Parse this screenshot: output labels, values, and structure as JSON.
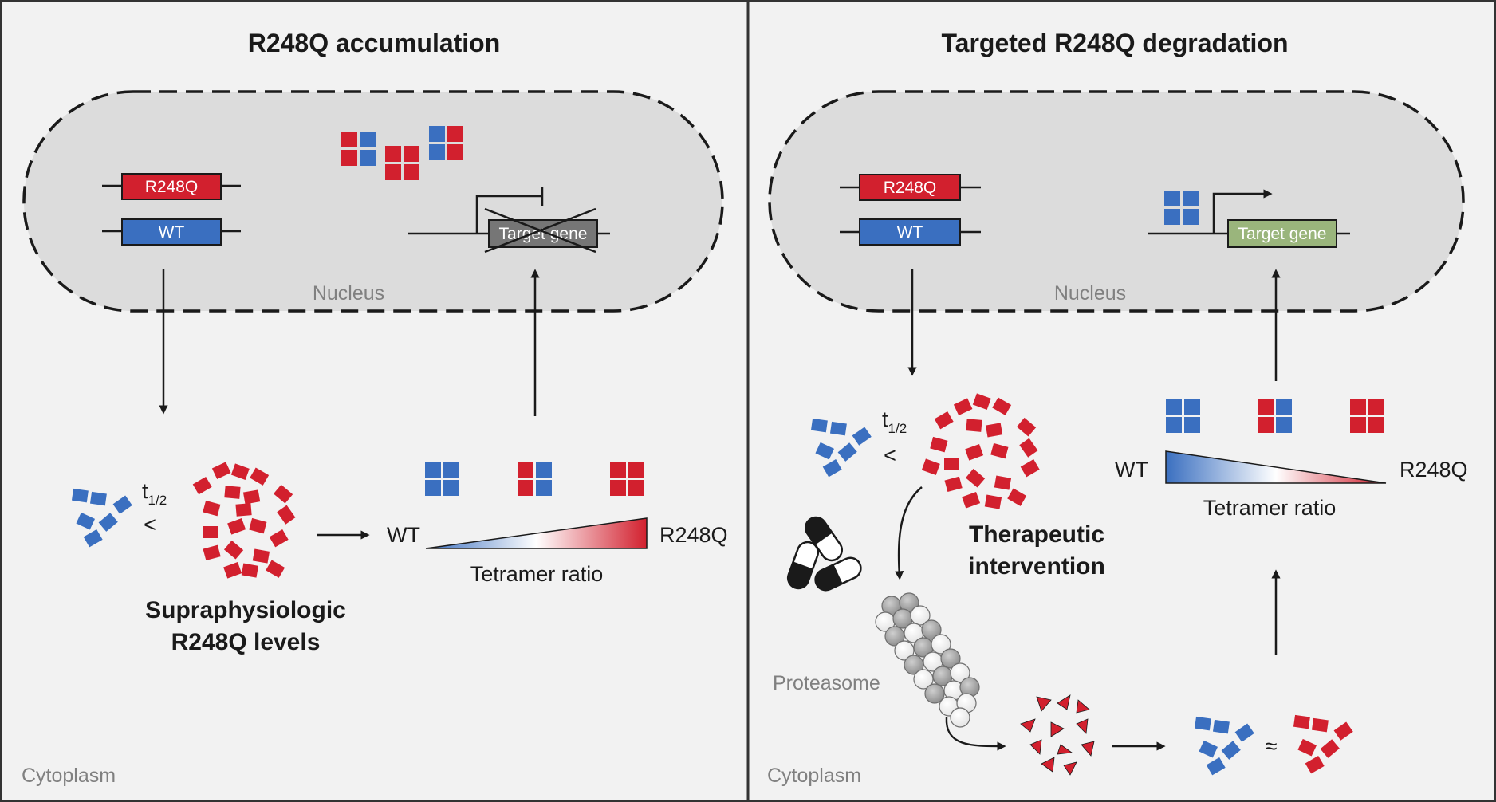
{
  "panels": {
    "left": {
      "title": "R248Q accumulation",
      "mutant_gene": "R248Q",
      "wt_gene": "WT",
      "target_gene": "Target gene",
      "nucleus": "Nucleus",
      "cytoplasm": "Cytoplasm",
      "half_life_symbol": "t",
      "half_life_sub": "1/2",
      "less_than": "<",
      "caption_line1": "Supraphysiologic",
      "caption_line2": "R248Q levels",
      "ratio_left": "WT",
      "ratio_right": "R248Q",
      "ratio_label": "Tetramer ratio"
    },
    "right": {
      "title": "Targeted R248Q degradation",
      "mutant_gene": "R248Q",
      "wt_gene": "WT",
      "target_gene": "Target gene",
      "nucleus": "Nucleus",
      "cytoplasm": "Cytoplasm",
      "half_life_symbol": "t",
      "half_life_sub": "1/2",
      "less_than": "<",
      "intervention_line1": "Therapeutic",
      "intervention_line2": "intervention",
      "proteasome": "Proteasome",
      "approx": "≈",
      "ratio_left": "WT",
      "ratio_right": "R248Q",
      "ratio_label": "Tetramer ratio"
    }
  },
  "colors": {
    "mutant": "#d2202e",
    "wildtype": "#3a6fc0",
    "nucleus_fill": "#dcdcdc",
    "target_repressed": "#767676",
    "target_active": "#9ab57c",
    "label_gray": "#808080"
  }
}
